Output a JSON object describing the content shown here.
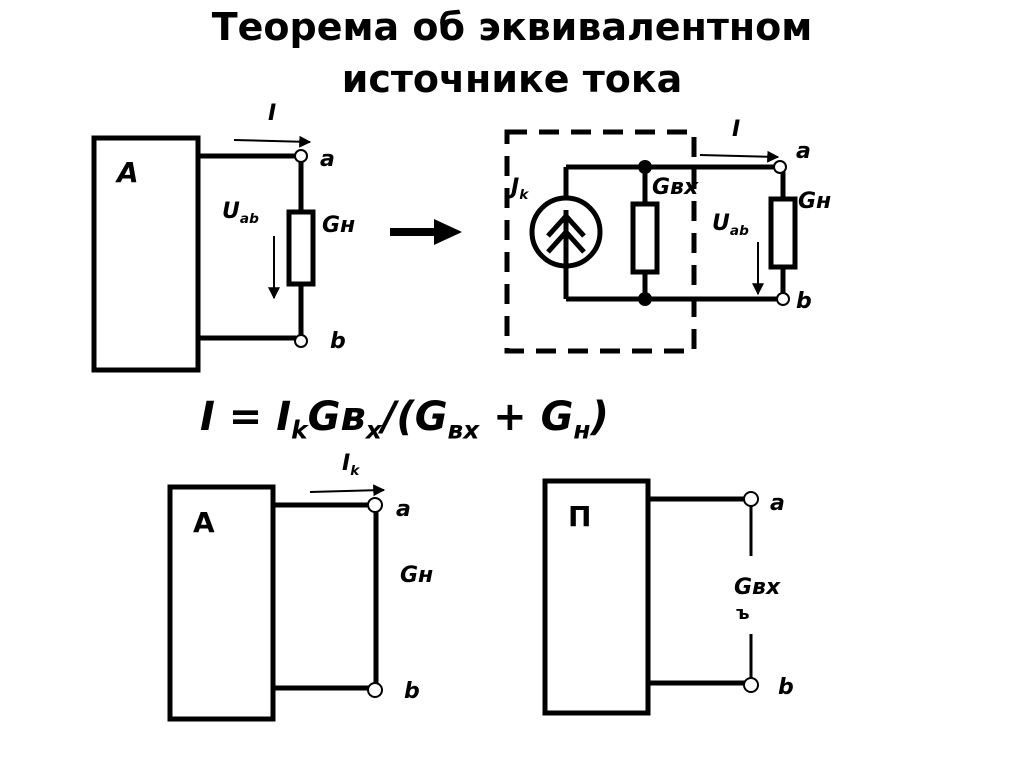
{
  "title": {
    "line1": "Теорема об эквивалентном",
    "line2": "источнике тока"
  },
  "diagram_top_left": {
    "box_label": "A",
    "current_label": "I",
    "voltage_label": "U",
    "voltage_sub": "ab",
    "load_label": "Gн",
    "node_a": "a",
    "node_b": "b"
  },
  "diagram_top_right": {
    "current_label": "I",
    "source_label": "J",
    "source_sub": "k",
    "internal_conductance": "Gвх",
    "voltage_label": "U",
    "voltage_sub": "ab",
    "load_label": "Gн",
    "node_a": "a",
    "node_b": "b"
  },
  "formula": {
    "lhs": "I = I",
    "sub_k": "k",
    "g1": "Gв",
    "sub1": "х",
    "mid": "/(G",
    "sub2": "вх",
    "plus": " + G",
    "sub3": "н",
    "end": ")"
  },
  "diagram_bottom_left": {
    "box_label": "A",
    "current_label": "I",
    "current_sub": "k",
    "load_label": "Gн",
    "node_a": "a",
    "node_b": "b"
  },
  "diagram_bottom_right": {
    "box_label": "П",
    "conductance_label": "Gвх",
    "conductance_extra": "ъ",
    "node_a": "a",
    "node_b": "b"
  }
}
